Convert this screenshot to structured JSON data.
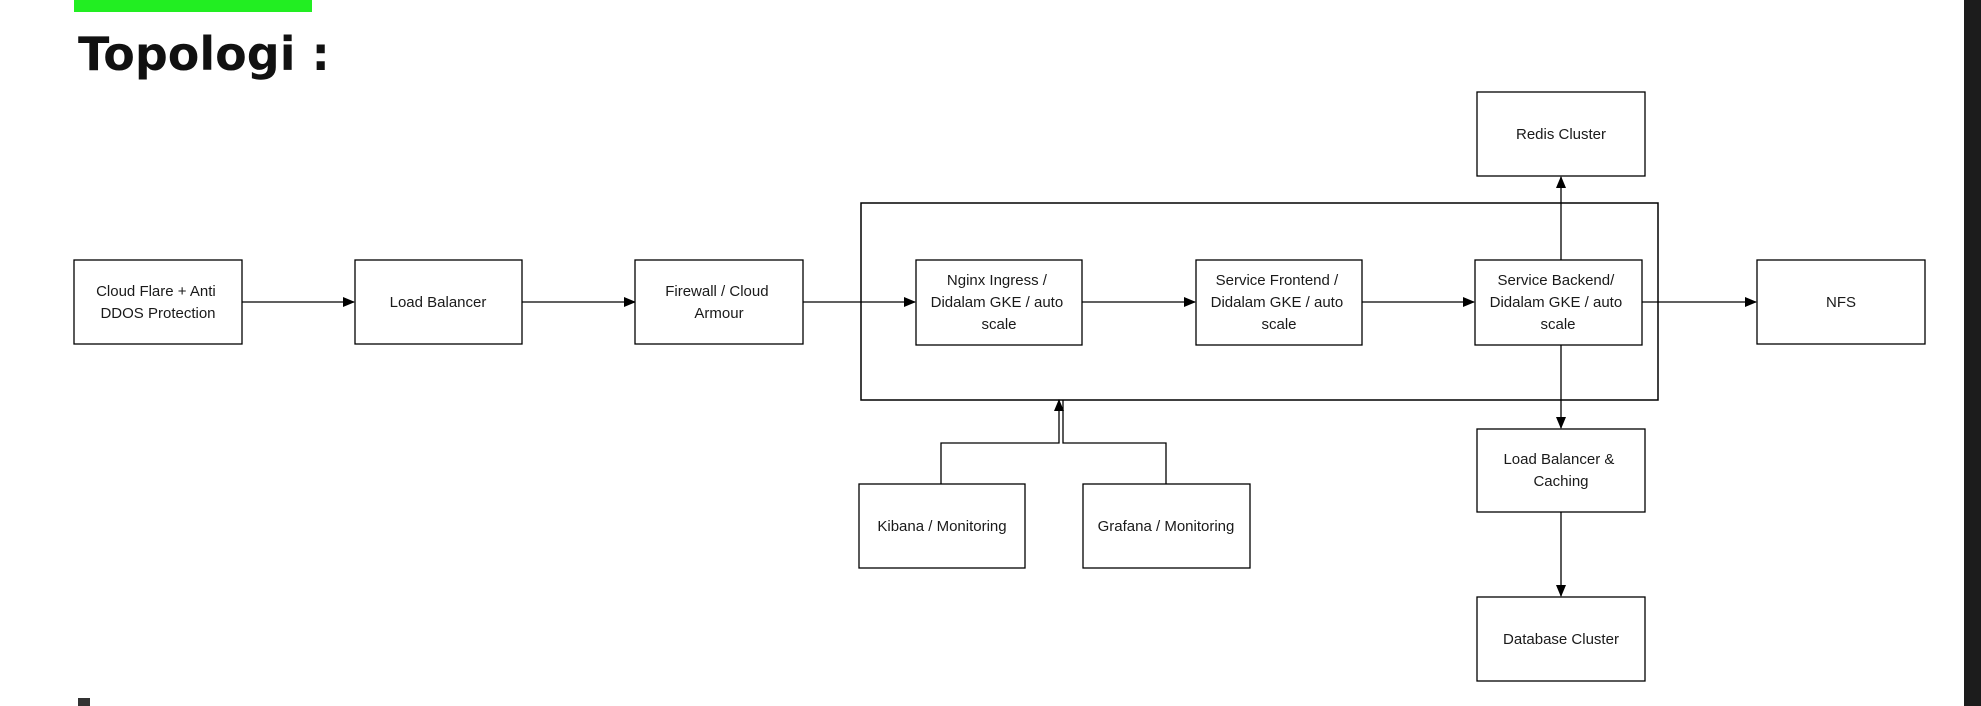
{
  "header": {
    "title": "Topologi :",
    "accent_color": "#22ee22"
  },
  "diagram": {
    "container": {
      "name": "gke-cluster-container"
    },
    "nodes": [
      {
        "id": "cloudflare",
        "lines": [
          "Cloud Flare + Anti",
          "DDOS Protection"
        ]
      },
      {
        "id": "load-balancer",
        "lines": [
          "Load Balancer"
        ]
      },
      {
        "id": "firewall",
        "lines": [
          "Firewall / Cloud",
          "Armour"
        ]
      },
      {
        "id": "nginx-ingress",
        "lines": [
          "Nginx Ingress /",
          "Didalam GKE / auto",
          "scale"
        ]
      },
      {
        "id": "service-frontend",
        "lines": [
          "Service Frontend /",
          "Didalam GKE / auto",
          "scale"
        ]
      },
      {
        "id": "service-backend",
        "lines": [
          "Service Backend/",
          "Didalam GKE / auto",
          "scale"
        ]
      },
      {
        "id": "nfs",
        "lines": [
          "NFS"
        ]
      },
      {
        "id": "redis-cluster",
        "lines": [
          "Redis Cluster"
        ]
      },
      {
        "id": "lb-caching",
        "lines": [
          "Load Balancer &",
          "Caching"
        ]
      },
      {
        "id": "database-cluster",
        "lines": [
          "Database Cluster"
        ]
      },
      {
        "id": "kibana",
        "lines": [
          "Kibana / Monitoring"
        ]
      },
      {
        "id": "grafana",
        "lines": [
          "Grafana / Monitoring"
        ]
      }
    ],
    "edges": [
      {
        "from": "cloudflare",
        "to": "load-balancer"
      },
      {
        "from": "load-balancer",
        "to": "firewall"
      },
      {
        "from": "firewall",
        "to": "nginx-ingress"
      },
      {
        "from": "nginx-ingress",
        "to": "service-frontend"
      },
      {
        "from": "service-frontend",
        "to": "service-backend"
      },
      {
        "from": "service-backend",
        "to": "nfs"
      },
      {
        "from": "service-backend",
        "to": "redis-cluster"
      },
      {
        "from": "service-backend",
        "to": "lb-caching"
      },
      {
        "from": "lb-caching",
        "to": "database-cluster"
      },
      {
        "from": "kibana",
        "to": "gke-cluster-container"
      },
      {
        "from": "grafana",
        "to": "gke-cluster-container"
      }
    ]
  }
}
